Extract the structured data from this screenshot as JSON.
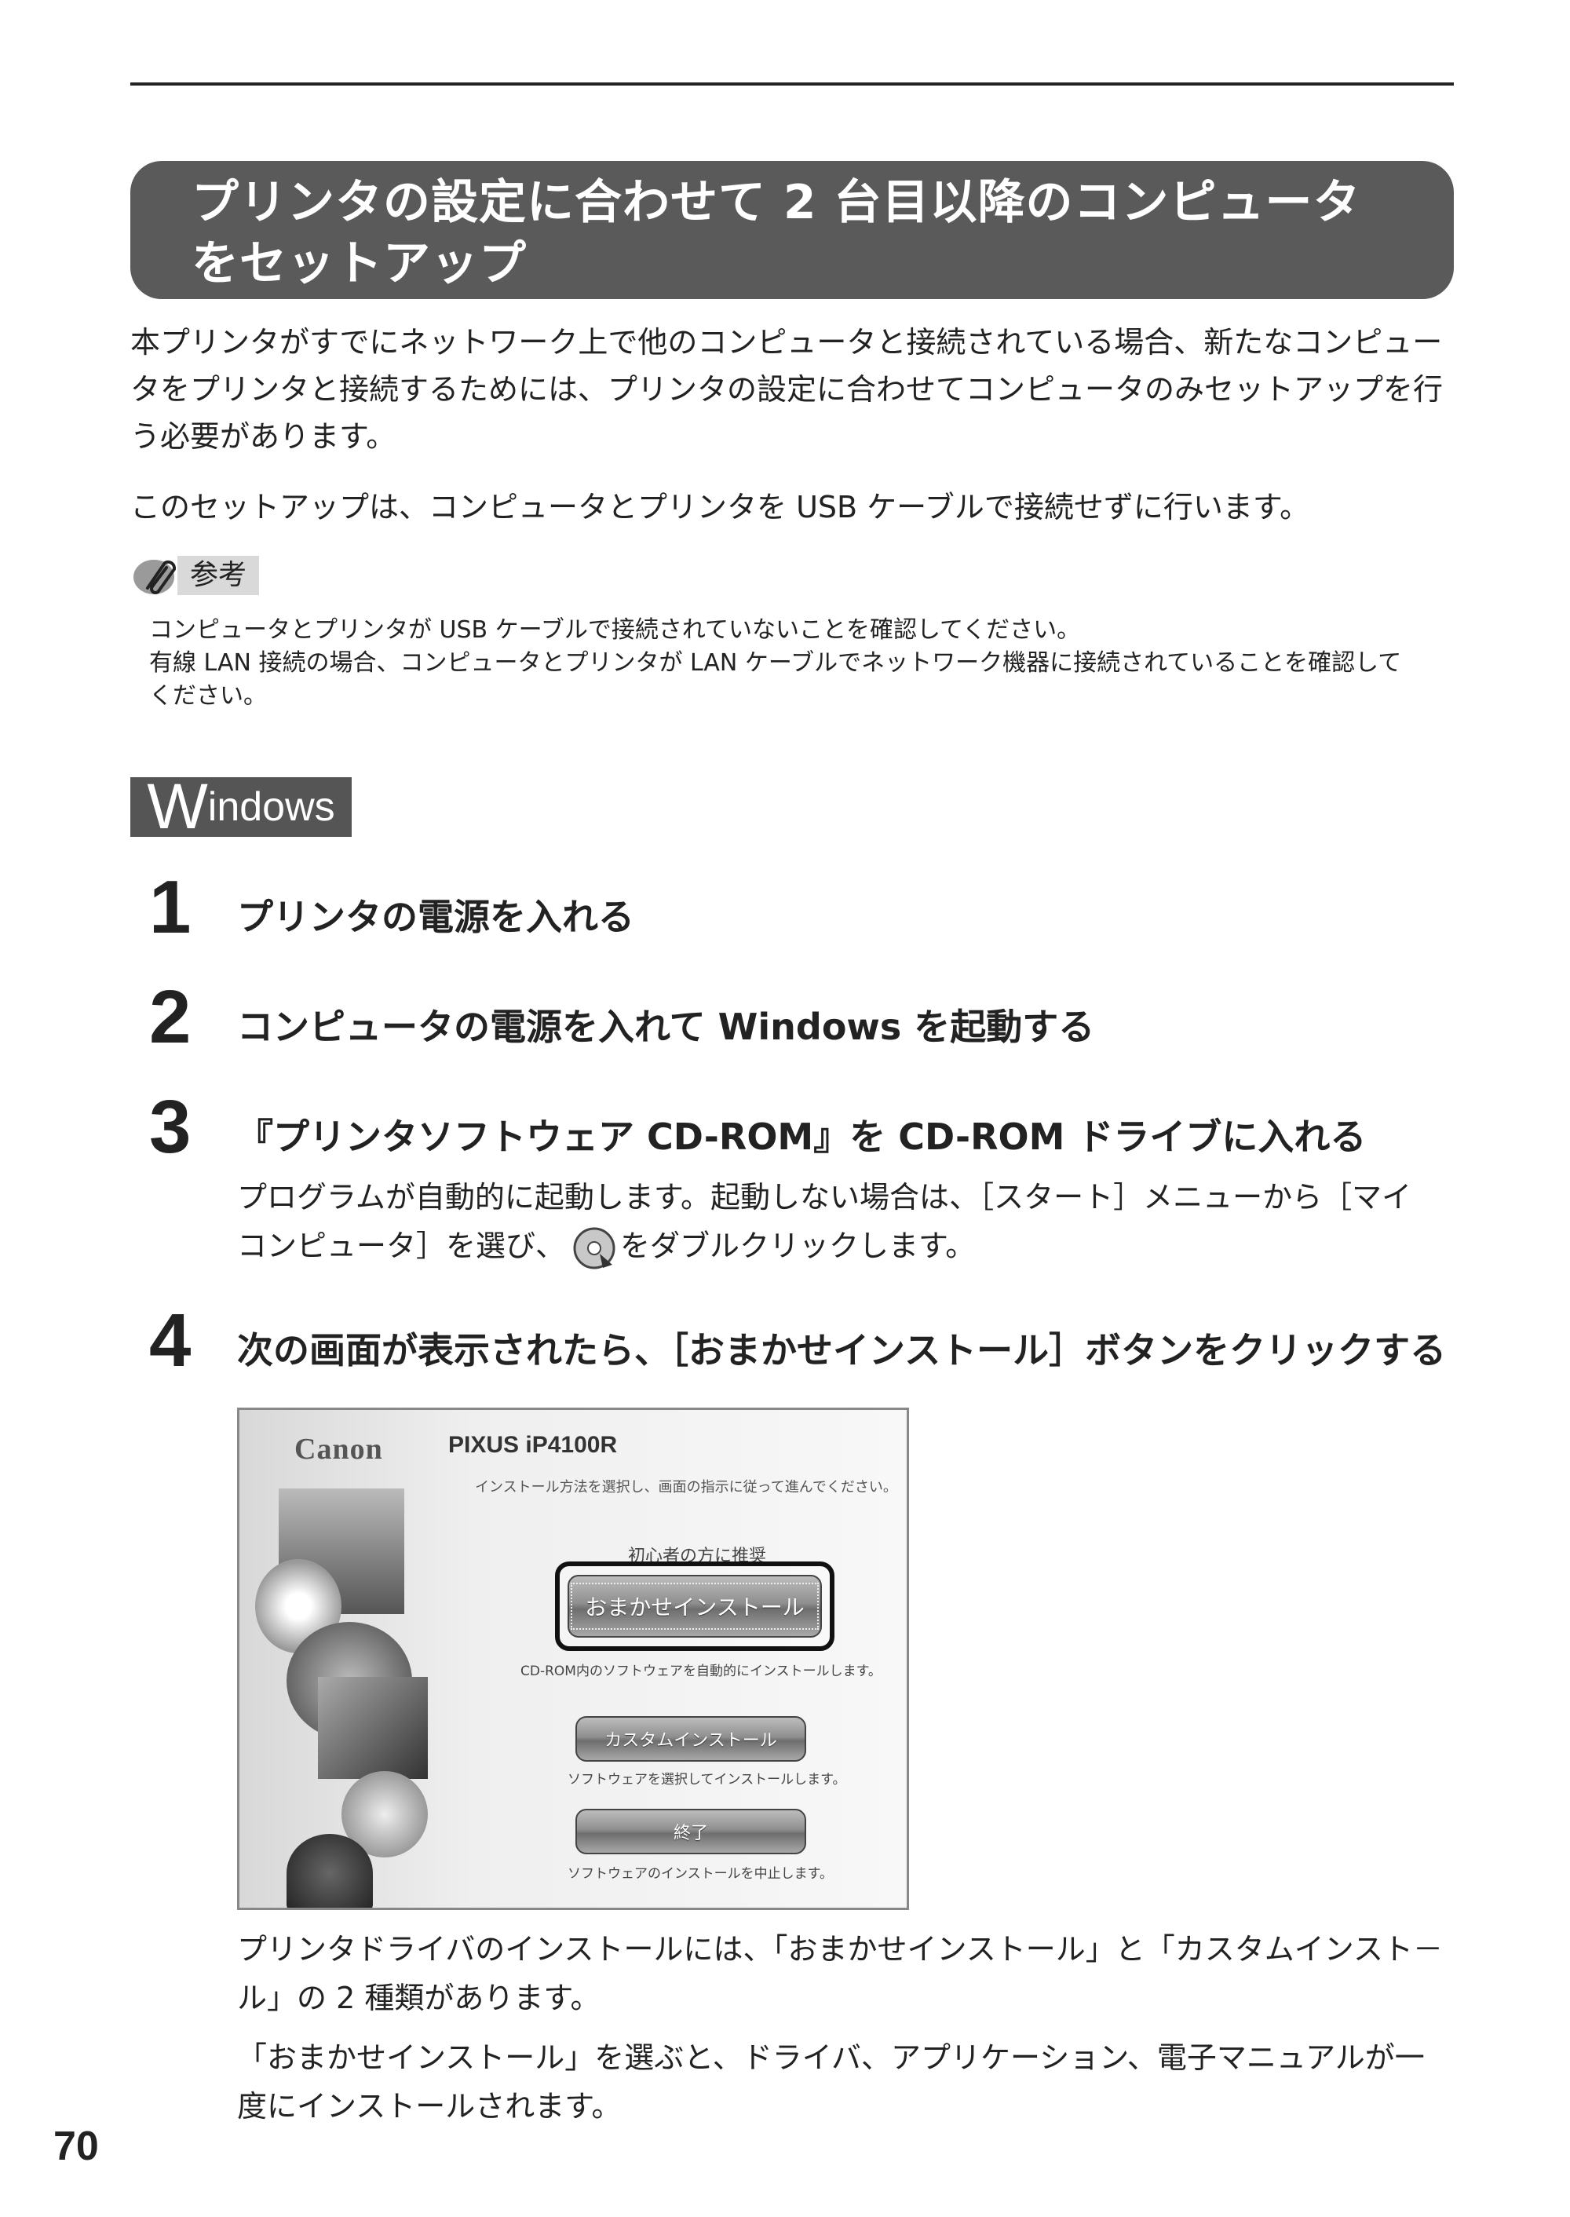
{
  "header": {
    "title_line1": "プリンタの設定に合わせて 2 台目以降のコンピュータ",
    "title_line2": "をセットアップ"
  },
  "intro": {
    "paragraph1": "本プリンタがすでにネットワーク上で他のコンピュータと接続されている場合、新たなコンピュータをプリンタと接続するためには、プリンタの設定に合わせてコンピュータのみセットアップを行う必要があります。",
    "paragraph2": "このセットアップは、コンピュータとプリンタを USB ケーブルで接続せずに行います。"
  },
  "note": {
    "label": "参考",
    "line1": "コンピュータとプリンタが USB ケーブルで接続されていないことを確認してください。",
    "line2": "有線 LAN 接続の場合、コンピュータとプリンタが LAN ケーブルでネットワーク機器に接続されていることを確認して",
    "line3": "ください。"
  },
  "os_badge": {
    "initial": "W",
    "rest": "indows"
  },
  "steps": [
    {
      "number": "1",
      "title": "プリンタの電源を入れる"
    },
    {
      "number": "2",
      "title": "コンピュータの電源を入れて Windows を起動する"
    },
    {
      "number": "3",
      "title": "『プリンタソフトウェア CD-ROM』を CD-ROM ドライブに入れる",
      "desc_line1": "プログラムが自動的に起動します。起動しない場合は、［スタート］メニューから［マイ",
      "desc_line2_before": "コンピュータ］を選び、",
      "desc_line2_after": "をダブルクリックします。"
    },
    {
      "number": "4",
      "title": "次の画面が表示されたら、［おまかせインストール］ボタンをクリックする"
    }
  ],
  "installer": {
    "logo": "Canon",
    "model": "PIXUS iP4100R",
    "instruction": "インストール方法を選択し、画面の指示に従って進んでください。",
    "recommend": "初心者の方に推奨",
    "auto_button": "おまかせインストール",
    "auto_desc": "CD-ROM内のソフトウェアを自動的にインストールします。",
    "custom_button": "カスタムインストール",
    "custom_desc": "ソフトウェアを選択してインストールします。",
    "exit_button": "終了",
    "exit_desc": "ソフトウェアのインストールを中止します。"
  },
  "after": {
    "paragraph1_line1": "プリンタドライバのインストールには、「おまかせインストール」と「カスタムインスト－",
    "paragraph1_line2": "ル」の 2 種類があります。",
    "paragraph2_line1": "「おまかせインストール」を選ぶと、ドライバ、アプリケーション、電子マニュアルが一",
    "paragraph2_line2": "度にインストールされます。"
  },
  "footer": {
    "page_number": "70"
  }
}
